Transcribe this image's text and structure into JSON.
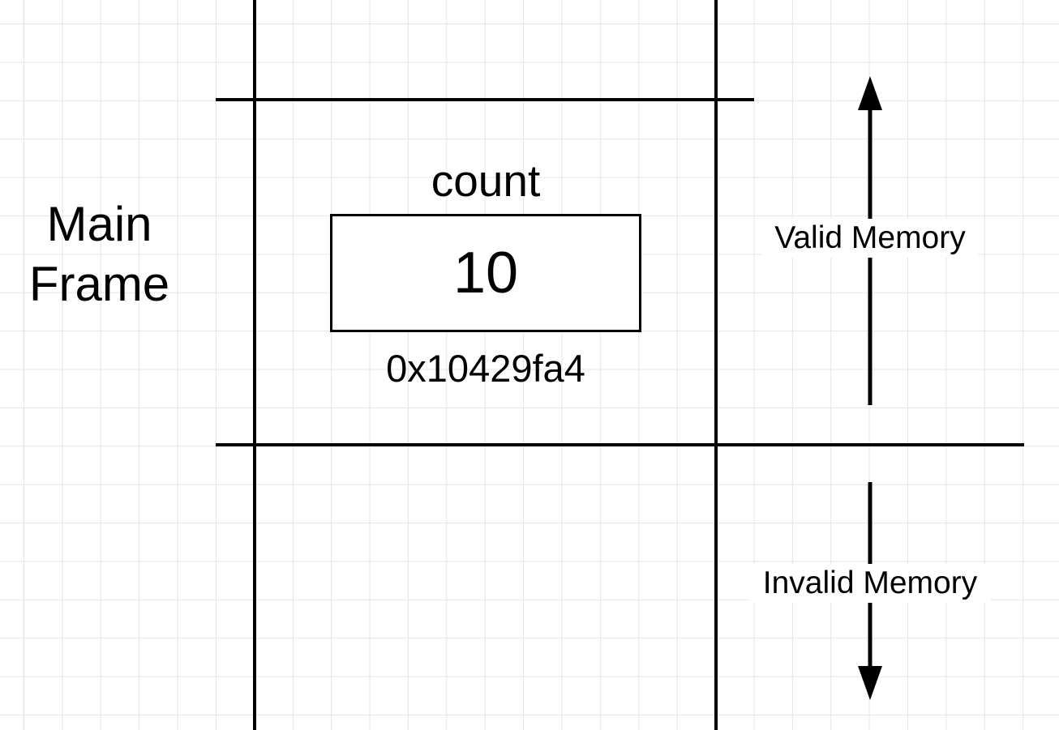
{
  "diagram": {
    "frame_label": {
      "line1": "Main",
      "line2": "Frame"
    },
    "variable": {
      "name": "count",
      "value": "10",
      "address": "0x10429fa4"
    },
    "memory_labels": {
      "valid": "Valid Memory",
      "invalid": "Invalid Memory"
    }
  }
}
